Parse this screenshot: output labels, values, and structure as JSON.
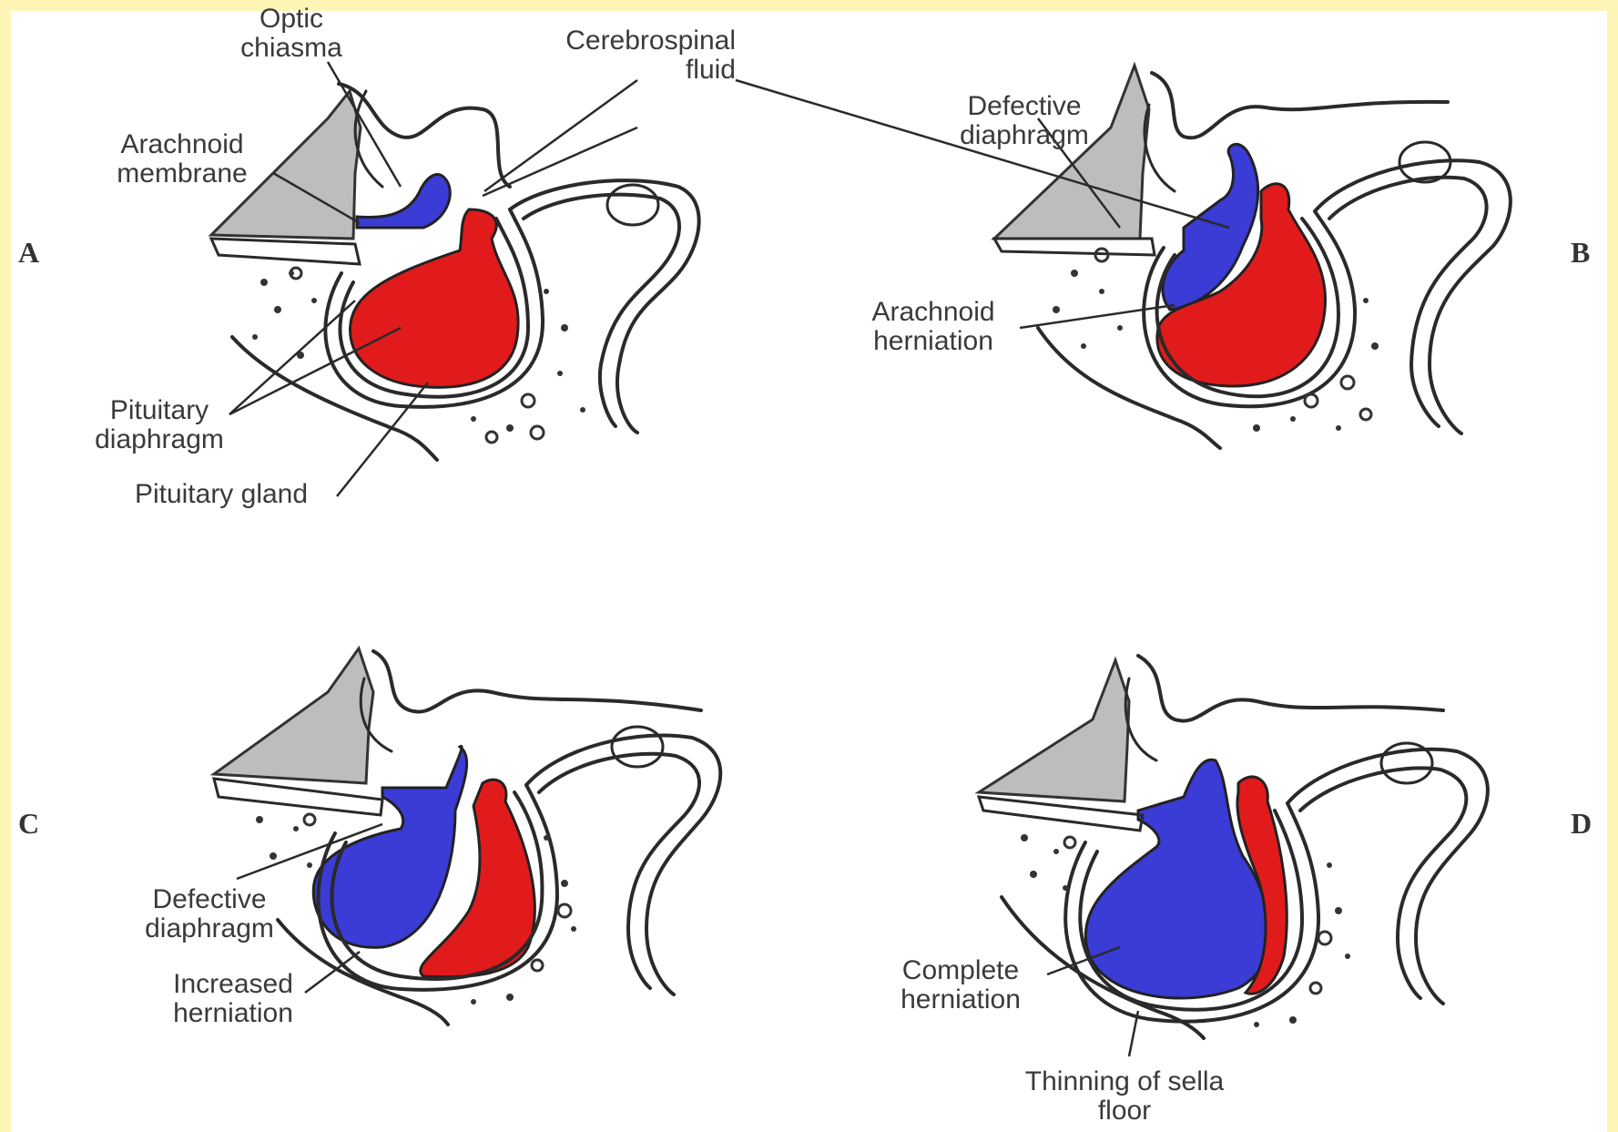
{
  "colors": {
    "page_border": "#fdf5b6",
    "background": "#ffffff",
    "csf_blue": "#3b3bd6",
    "gland_red": "#e11b1b",
    "bone_grey": "#bdbdbd"
  },
  "panels": {
    "a": {
      "letter": "A",
      "labels": {
        "optic_chiasma_1": "Optic",
        "optic_chiasma_2": "chiasma",
        "csf_1": "Cerebrospinal",
        "csf_2": "fluid",
        "arachnoid_1": "Arachnoid",
        "arachnoid_2": "membrane",
        "diaphragm_1": "Pituitary",
        "diaphragm_2": "diaphragm",
        "gland": "Pituitary gland"
      }
    },
    "b": {
      "letter": "B",
      "labels": {
        "defective_1": "Defective",
        "defective_2": "diaphragm",
        "herniation_1": "Arachnoid",
        "herniation_2": "herniation"
      }
    },
    "c": {
      "letter": "C",
      "labels": {
        "defective_1": "Defective",
        "defective_2": "diaphragm",
        "increased_1": "Increased",
        "increased_2": "herniation"
      }
    },
    "d": {
      "letter": "D",
      "labels": {
        "complete_1": "Complete",
        "complete_2": "herniation",
        "thinning_1": "Thinning of sella",
        "thinning_2": "floor"
      }
    }
  }
}
